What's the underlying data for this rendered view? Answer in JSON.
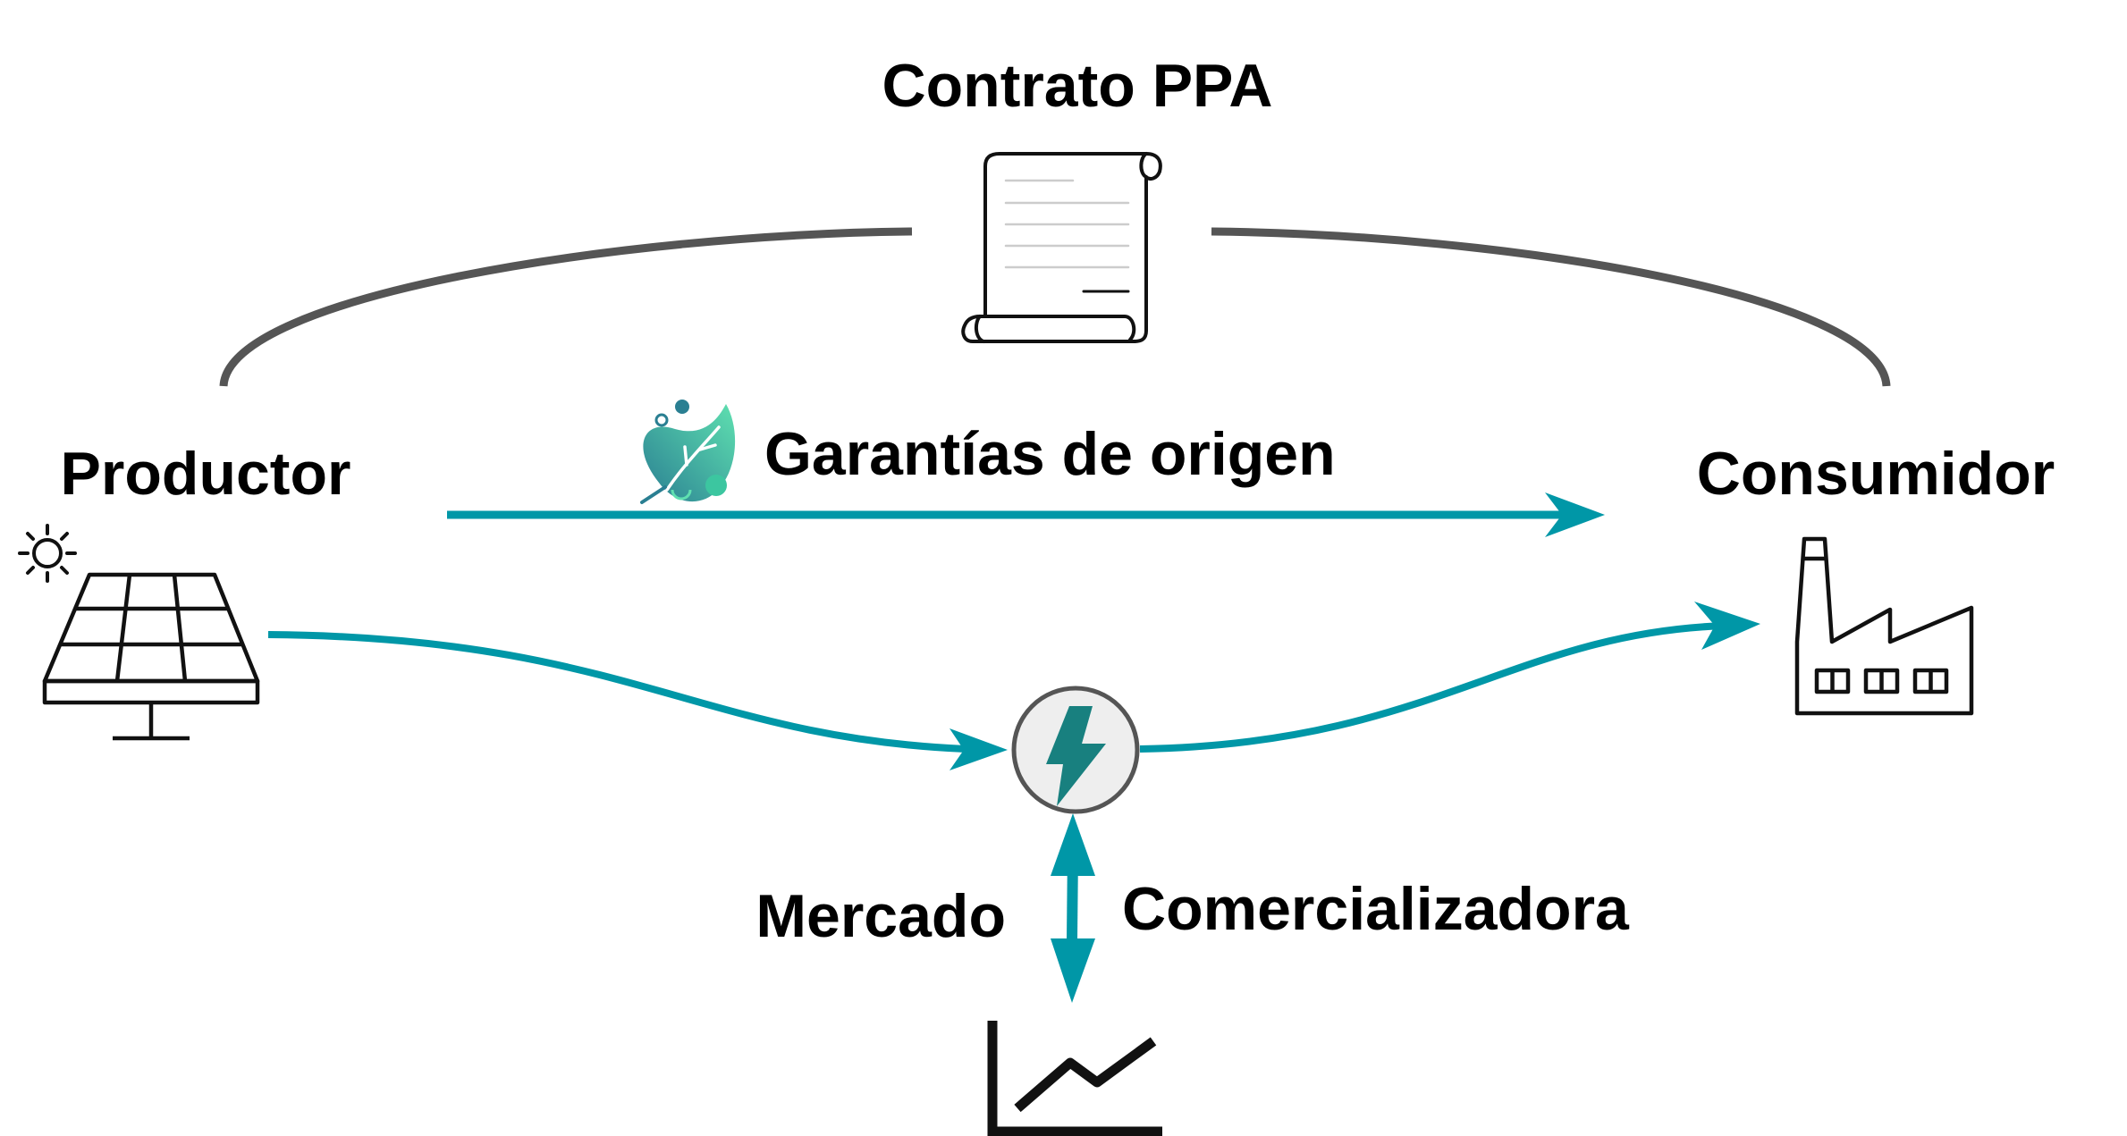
{
  "labels": {
    "contract": "Contrato PPA",
    "producer": "Productor",
    "consumer": "Consumidor",
    "guarantees": "Garantías de origen",
    "market": "Mercado",
    "retailer": "Comercializadora"
  },
  "icons": {
    "contract": "document-scroll-icon",
    "producer": "solar-panel-icon",
    "sun": "sun-icon",
    "consumer": "factory-icon",
    "guarantees": "green-leaf-icon",
    "hub": "lightning-bolt-icon",
    "market": "line-chart-icon"
  },
  "colors": {
    "flow": "#0097a7",
    "contract_line": "#555555",
    "leaf_gradient_start": "#2a7f92",
    "leaf_gradient_end": "#5fe0b0",
    "hub_fill": "#eeeeee"
  }
}
